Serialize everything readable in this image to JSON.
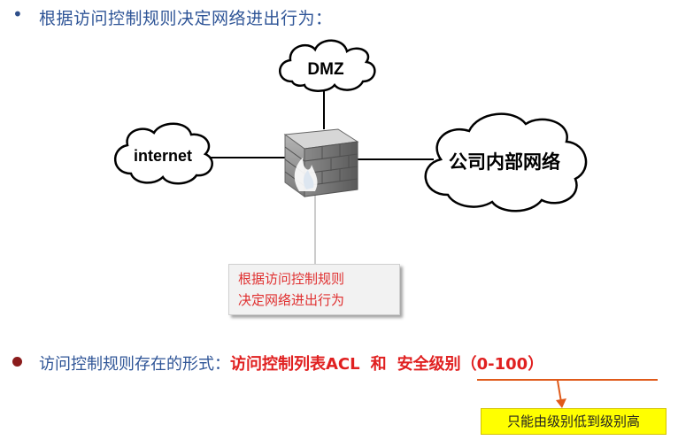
{
  "heading": {
    "bullet": "•",
    "text": "根据访问控制规则决定网络进出行为："
  },
  "diagram": {
    "clouds": {
      "dmz": "DMZ",
      "internet": "internet",
      "internal": "公司内部网络"
    },
    "firewall_icon": "firewall-icon",
    "callout": {
      "line1": "根据访问控制规则",
      "line2": "决定网络进出行为"
    }
  },
  "bottom": {
    "prefix": "访问控制规则存在的形式：",
    "acl": "访问控制列表ACL",
    "and": "和",
    "level": "安全级别（0-100）"
  },
  "note": "只能由级别低到级别高",
  "colors": {
    "accent_red": "#e02020",
    "heading_blue": "#2f5597",
    "note_yellow": "#ffff00"
  }
}
